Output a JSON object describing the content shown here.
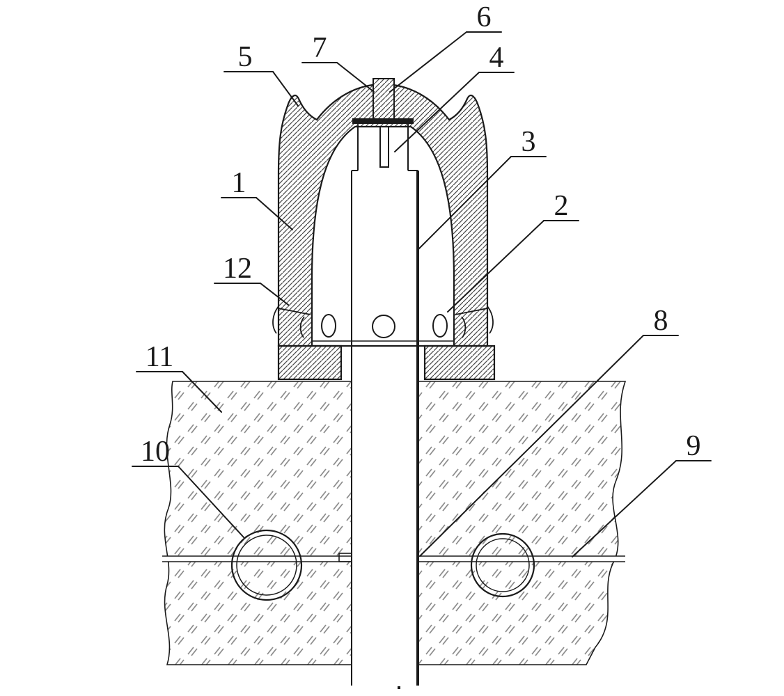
{
  "figure": {
    "type": "patent-technical-drawing-cross-section",
    "labels": {
      "l1": "1",
      "l2": "2",
      "l3": "3",
      "l4": "4",
      "l5": "5",
      "l6": "6",
      "l7": "7",
      "l8": "8",
      "l9": "9",
      "l10": "10",
      "l11": "11",
      "l12": "12"
    },
    "colors": {
      "line-color": "#1a1a1a",
      "hatch-color": "#4a4a4a",
      "ground-hatch-color": "#8d8d8d",
      "bg-color": "#ffffff"
    }
  }
}
